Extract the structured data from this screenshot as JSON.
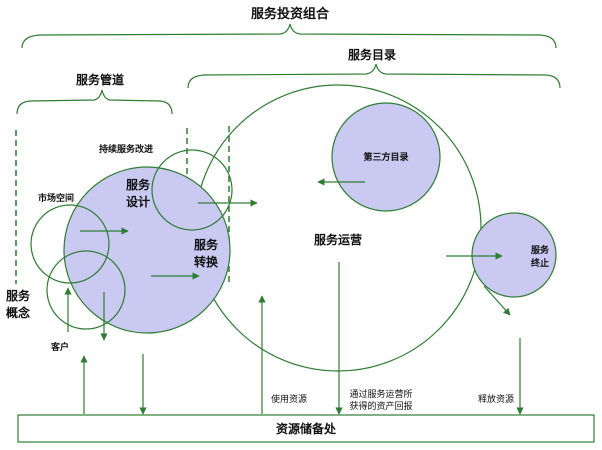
{
  "colors": {
    "green": "#2e7d32",
    "fill": "#c9c9f2",
    "text": "#111111"
  },
  "labels": {
    "portfolio": "服务投资组合",
    "catalog": "服务目录",
    "pipeline": "服务管道",
    "concept": [
      "服务",
      "概念"
    ],
    "continuous": "持续服务改进",
    "market": "市场空间",
    "customer": "客户",
    "design": [
      "服务",
      "设计"
    ],
    "transition": [
      "服务",
      "转换"
    ],
    "operation": "服务运营",
    "third_party": "第三方目录",
    "retire": [
      "服务",
      "终止"
    ],
    "use_resources": "使用资源",
    "returns": [
      "通过服务运营所",
      "获得的资产回报"
    ],
    "release": "释放资源",
    "reserve": "资源储备处"
  }
}
